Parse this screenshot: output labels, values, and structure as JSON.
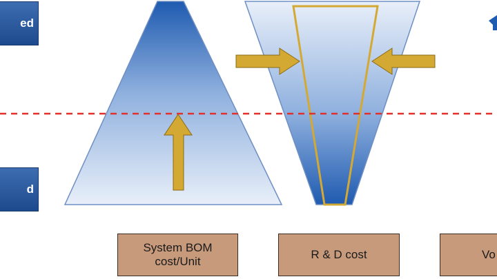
{
  "left_boxes": {
    "top_fragment": "ed",
    "bottom_fragment": "d"
  },
  "labels": [
    {
      "line1": "System BOM",
      "line2": "cost/Unit"
    },
    {
      "line1": "R & D cost",
      "line2": ""
    },
    {
      "line1": "Vo",
      "line2": ""
    }
  ],
  "colors": {
    "shape_blue_dark": "#1f5bb0",
    "shape_blue_light": "#e6eef9",
    "arrow_gold": "#d4a933",
    "dashed_line_red": "#e0302a",
    "label_box_fill": "#c79a7c",
    "left_box_blue": "#2a5a9f"
  },
  "icons": [
    "arrow-up-icon",
    "arrow-right-icon",
    "arrow-left-icon",
    "partial-arrow-icon"
  ]
}
